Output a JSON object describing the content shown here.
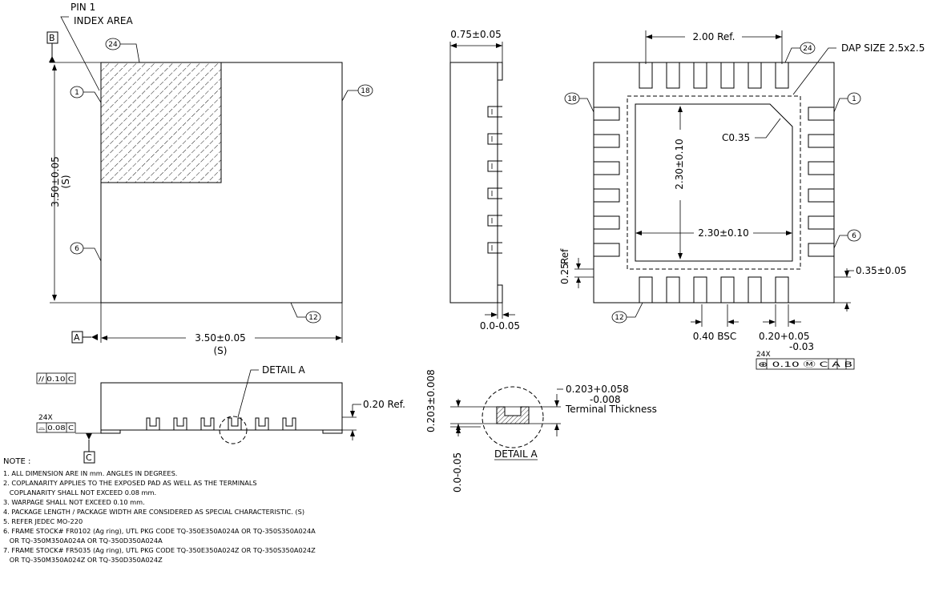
{
  "top_view": {
    "pin1_index_label_line1": "PIN 1",
    "pin1_index_label_line2": "INDEX AREA",
    "datum_b": "B",
    "datum_a": "A",
    "pin_24": "24",
    "pin_1": "1",
    "pin_6": "6",
    "pin_12": "12",
    "pin_18": "18",
    "height_dim": "3.50±0.05",
    "height_dim_s": "(S)",
    "width_dim": "3.50±0.05",
    "width_dim_s": "(S)"
  },
  "side_view": {
    "thickness_dim": "0.75±0.05",
    "standoff_dim": "0.0-0.05"
  },
  "bottom_view": {
    "pitch_ref": "2.00 Ref.",
    "dap_size": "DAP SIZE 2.5x2.5",
    "pin_24": "24",
    "pin_1": "1",
    "pin_18": "18",
    "pin_6": "6",
    "pin_12": "12",
    "chamfer": "C0.35",
    "dap_height": "2.30±0.10",
    "dap_width": "2.30±0.10",
    "lead_length": "0.35±0.05",
    "ref_025_a": "0.25",
    "ref_025_b": "Ref",
    "pitch_bsc": "0.40 BSC",
    "lead_width": "0.20+0.05",
    "lead_width_tol": "-0.03",
    "tol_prefix": "24X",
    "tol_frame": "⊕ 0.10 Ⓜ C A B"
  },
  "front_view": {
    "flatness": "// 0.10 C",
    "coplanarity_prefix": "24X",
    "coplanarity": "⌓ 0.08 C",
    "datum_c": "C",
    "detail_a": "DETAIL A",
    "ref_020": "0.20 Ref."
  },
  "detail_a": {
    "terminal_height": "0.203±0.008",
    "standoff": "0.0-0.05",
    "terminal_thickness": "0.203+0.058",
    "terminal_thickness_tol": "-0.008",
    "terminal_thickness_label": "Terminal Thickness",
    "title": "DETAIL A"
  },
  "notes": {
    "heading": "NOTE :",
    "lines": [
      "1. ALL DIMENSION ARE IN mm. ANGLES IN DEGREES.",
      "2. COPLANARITY APPLIES TO THE EXPOSED PAD AS WELL AS THE TERMINALS",
      "   COPLANARITY SHALL NOT EXCEED 0.08 mm.",
      "3. WARPAGE SHALL NOT EXCEED 0.10 mm.",
      "4. PACKAGE LENGTH / PACKAGE WIDTH ARE CONSIDERED AS SPECIAL CHARACTERISTIC. (S)",
      "5. REFER JEDEC MO-220",
      "6. FRAME STOCK# FR0102 (Ag ring), UTL PKG CODE TQ-350E350A024A OR TQ-350S350A024A",
      "   OR TQ-350M350A024A OR TQ-350D350A024A",
      "7. FRAME STOCK# FR5035 (Ag ring), UTL PKG CODE TQ-350E350A024Z OR TQ-350S350A024Z",
      "   OR TQ-350M350A024Z OR TQ-350D350A024Z"
    ]
  }
}
